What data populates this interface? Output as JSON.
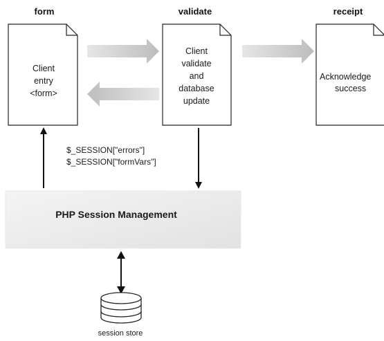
{
  "stages": {
    "form": {
      "title": "form",
      "lines": [
        "Client",
        "entry",
        "<form>"
      ]
    },
    "validate": {
      "title": "validate",
      "lines": [
        "Client",
        "validate",
        "and",
        "database",
        "update"
      ]
    },
    "receipt": {
      "title": "receipt",
      "lines": [
        "Acknowledge",
        "success"
      ]
    }
  },
  "session_vars": [
    "$_SESSION[\"errors\"]",
    "$_SESSION[\"formVars\"]"
  ],
  "session_manager": {
    "label": "PHP Session Management"
  },
  "store": {
    "label": "session store"
  }
}
